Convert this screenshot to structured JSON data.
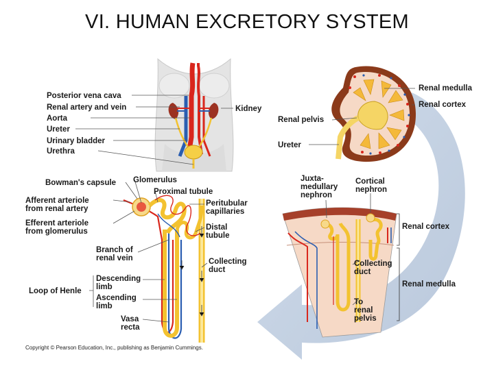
{
  "title": "VI.  HUMAN EXCRETORY SYSTEM",
  "body_labels": {
    "posterior_vena_cava": "Posterior vena cava",
    "renal_artery_vein": "Renal artery and vein",
    "aorta": "Aorta",
    "ureter": "Ureter",
    "urinary_bladder": "Urinary bladder",
    "urethra": "Urethra",
    "kidney": "Kidney"
  },
  "kidney_labels": {
    "renal_medulla": "Renal medulla",
    "renal_cortex": "Renal cortex",
    "renal_pelvis": "Renal pelvis",
    "ureter": "Ureter"
  },
  "nephron_labels": {
    "bowmans_capsule": "Bowman's capsule",
    "glomerulus": "Glomerulus",
    "proximal_tubule": "Proximal tubule",
    "afferent_1": "Afferent arteriole",
    "afferent_2": "from renal artery",
    "peritubular_1": "Peritubular",
    "peritubular_2": "capillaries",
    "efferent_1": "Efferent arteriole",
    "efferent_2": "from glomerulus",
    "distal_1": "Distal",
    "distal_2": "tubule",
    "branch_1": "Branch of",
    "branch_2": "renal vein",
    "collecting_1": "Collecting",
    "collecting_2": "duct",
    "descending_1": "Descending",
    "descending_2": "limb",
    "loop_of_henle": "Loop of Henle",
    "ascending_1": "Ascending",
    "ascending_2": "limb",
    "vasa_1": "Vasa",
    "vasa_2": "recta"
  },
  "section_labels": {
    "juxta_1": "Juxta-",
    "juxta_2": "medullary",
    "juxta_3": "nephron",
    "cortical_1": "Cortical",
    "cortical_2": "nephron",
    "renal_cortex": "Renal cortex",
    "collecting_1": "Collecting",
    "collecting_2": "duct",
    "renal_medulla": "Renal medulla",
    "to_1": "To",
    "to_2": "renal",
    "to_3": "pelvis"
  },
  "copyright": "Copyright © Pearson Education, Inc., publishing as Benjamin Cummings.",
  "colors": {
    "artery": "#d9261c",
    "vein": "#2a5db0",
    "tubule": "#f3c230",
    "cortex": "#f6d9c6",
    "capsule": "#8b3a1a",
    "arrow": "#b9c9dc"
  }
}
